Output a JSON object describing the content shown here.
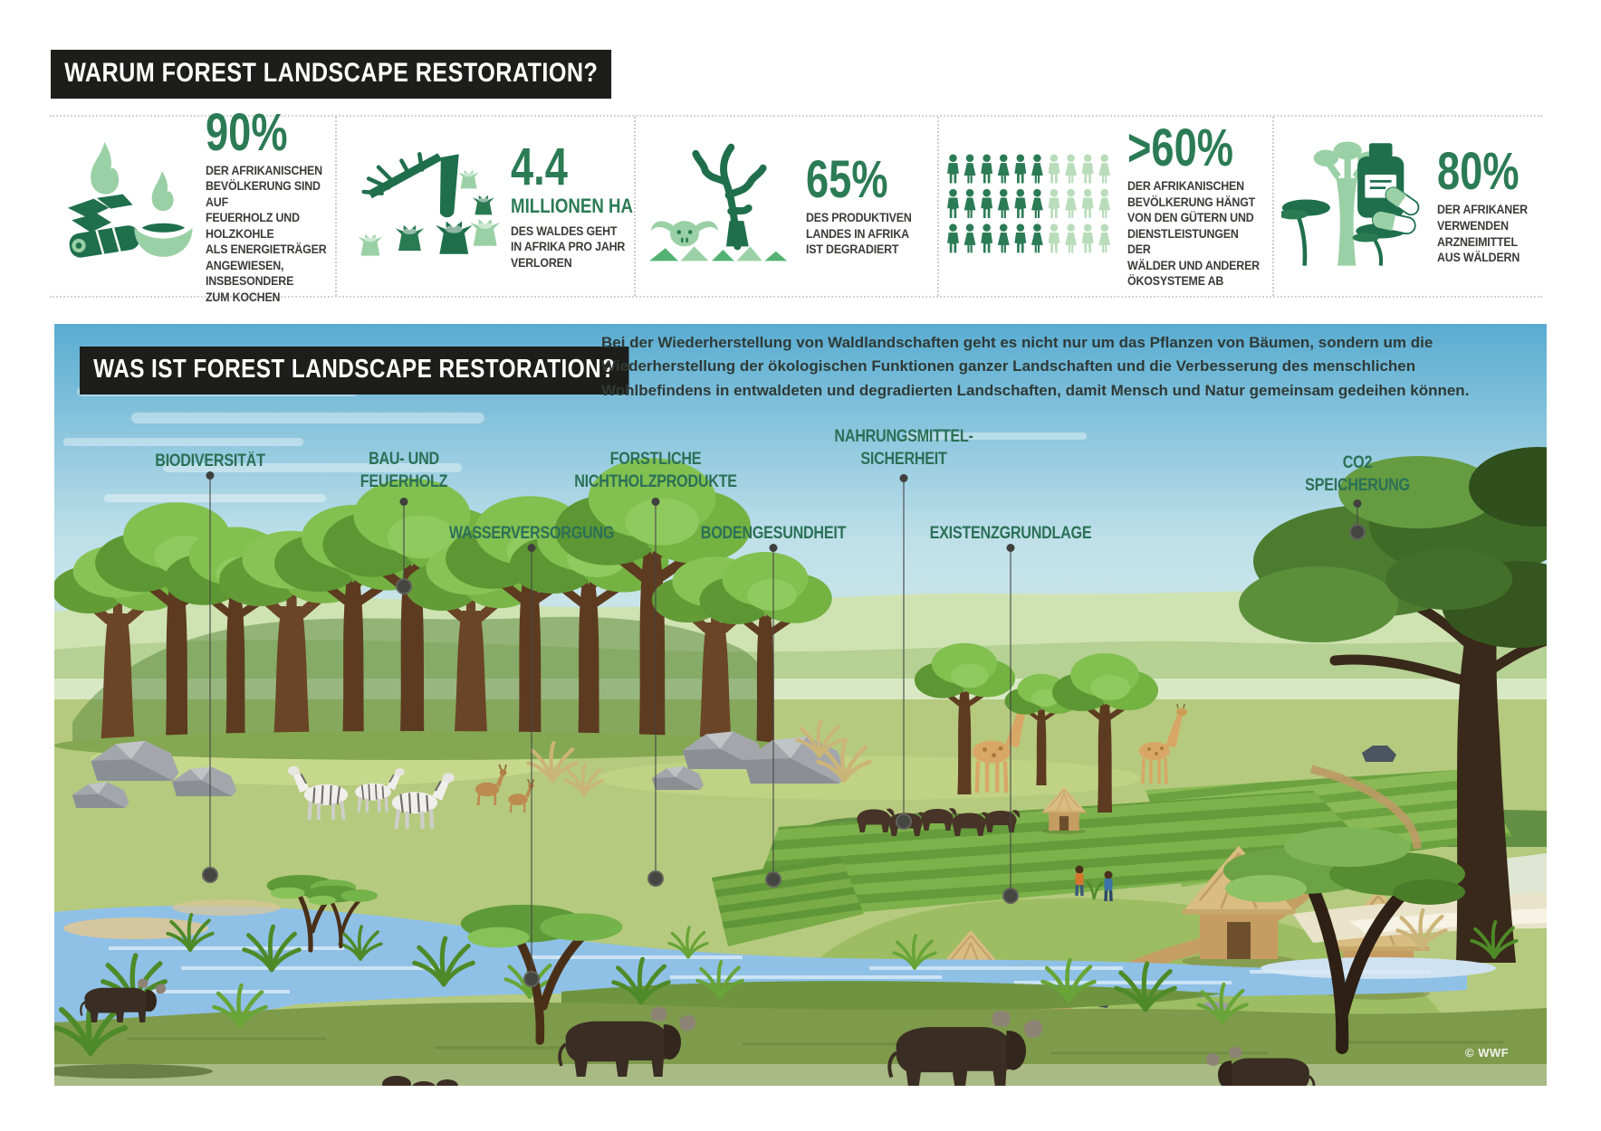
{
  "header": {
    "title": "WARUM FOREST LANDSCAPE RESTORATION?"
  },
  "stats": [
    {
      "icon": "charcoal-fire-icon",
      "value": "90%",
      "desc": "DER AFRIKANISCHEN\nBEVÖLKERUNG SIND AUF\nFEUERHOLZ UND HOLZKOHLE\nALS ENERGIETRÄGER\nANGEWIESEN, INSBESONDERE\nZUM KOCHEN"
    },
    {
      "icon": "deforestation-stumps-icon",
      "value": "4.4",
      "unit": "MILLIONEN HA",
      "desc": "DES WALDES GEHT\nIN AFRIKA PRO JAHR\nVERLOREN"
    },
    {
      "icon": "dead-tree-skull-icon",
      "value": "65%",
      "desc": "DES PRODUKTIVEN\nLANDES IN AFRIKA\nIST DEGRADIERT"
    },
    {
      "icon": "population-pictogram-icon",
      "value": ">60%",
      "desc": "DER AFRIKANISCHEN\nBEVÖLKERUNG HÄNGT\nVON DEN GÜTERN UND\nDIENSTLEISTUNGEN DER\nWÄLDER UND ANDERER\nÖKOSYSTEME AB",
      "pictogram": {
        "rows": 3,
        "per_row": 10,
        "highlighted_per_row": 6
      }
    },
    {
      "icon": "trees-medicine-icon",
      "value": "80%",
      "desc": "DER AFRIKANER\nVERWENDEN\nARZNEIMITTEL\nAUS WÄLDERN"
    }
  ],
  "section": {
    "title": "WAS IST FOREST LANDSCAPE RESTORATION?",
    "intro": "Bei der Wiederherstellung von Waldlandschaften geht es nicht nur um das Pflanzen von Bäumen, sondern um die Wiederherstellung der ökologischen Funktionen ganzer Landschaften und die Verbesserung des menschlichen Wohlbefindens in entwaldeten und degradierten Landschaften, damit Mensch und Natur gemeinsam gedeihen können."
  },
  "benefits": [
    {
      "label": "BIODIVERSITÄT"
    },
    {
      "label": "BAU- UND\nFEUERHOLZ"
    },
    {
      "label": "WASSERVERSORGUNG"
    },
    {
      "label": "FORSTLICHE\nNICHTHOLZPRODUKTE"
    },
    {
      "label": "BODENGESUNDHEIT"
    },
    {
      "label": "NAHRUNGSMITTEL-\nSICHERHEIT"
    },
    {
      "label": "EXISTENZGRUNDLAGE"
    },
    {
      "label": "CO2\nSPEICHERUNG"
    }
  ],
  "credit": "© WWF",
  "colors": {
    "accent_dark_green": "#2b7b55",
    "accent_light_green": "#9ad0a5",
    "label_green": "#2b7057",
    "banner_black": "#1d1d1b",
    "sky_blue": "#59acd2",
    "text_dark": "#3b3b3a"
  }
}
